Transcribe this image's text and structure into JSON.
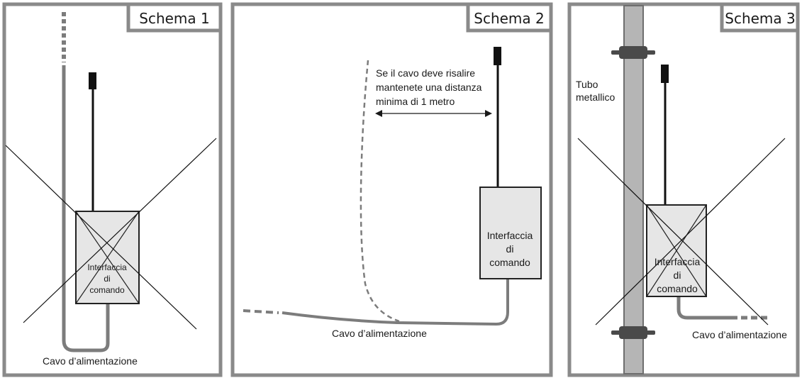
{
  "panels": [
    {
      "title": "Schema 1",
      "device_label": [
        "Interfaccia",
        "di",
        "comando"
      ],
      "cable_label": "Cavo d’alimentazione"
    },
    {
      "title": "Schema 2",
      "device_label": [
        "Interfaccia",
        "di",
        "comando"
      ],
      "cable_label": "Cavo d’alimentazione",
      "note": [
        "Se il cavo deve risalire",
        "mantenete una distanza",
        "minima di 1 metro"
      ]
    },
    {
      "title": "Schema 3",
      "device_label": [
        "Interfaccia",
        "di",
        "comando"
      ],
      "cable_label": "Cavo d’alimentazione",
      "pipe_label": [
        "Tubo",
        "metallico"
      ]
    }
  ],
  "colors": {
    "frame": "#8a8a8a",
    "cable": "#7c7c7c",
    "box_fill": "#e6e6e6",
    "box_stroke": "#222222",
    "pipe_fill": "#b5b5b5",
    "clamp": "#4a4a4a"
  }
}
